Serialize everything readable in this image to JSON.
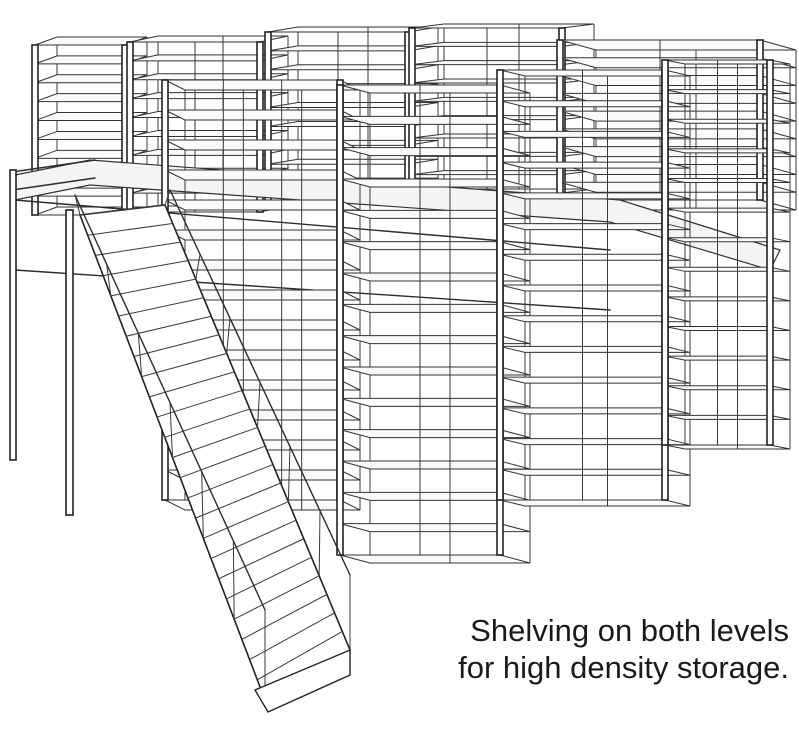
{
  "caption": {
    "line1": "Shelving on both levels",
    "line2": "for high density storage."
  },
  "colors": {
    "ink": "#2c2c2c",
    "background": "#ffffff"
  },
  "illustration": {
    "subject": "mezzanine-shelving",
    "stair": "open-stair-with-handrails",
    "levels": 2
  }
}
